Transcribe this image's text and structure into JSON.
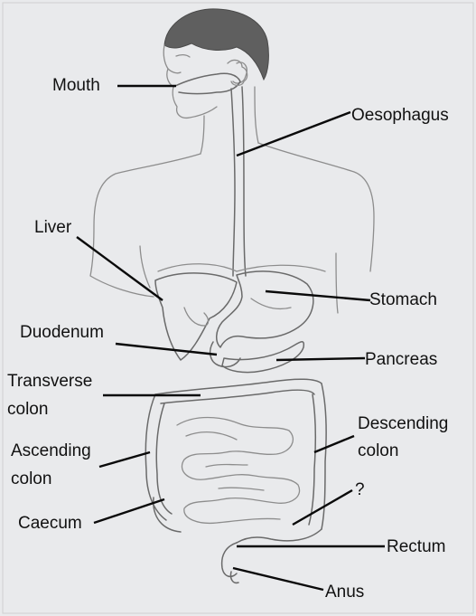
{
  "diagram": {
    "labels": {
      "mouth": "Mouth",
      "oesophagus": "Oesophagus",
      "liver": "Liver",
      "stomach": "Stomach",
      "duodenum": "Duodenum",
      "pancreas": "Pancreas",
      "transverse_colon_1": "Transverse",
      "transverse_colon_2": "colon",
      "descending_colon_1": "Descending",
      "descending_colon_2": "colon",
      "ascending_colon_1": "Ascending",
      "ascending_colon_2": "colon",
      "question_mark": "?",
      "caecum": "Caecum",
      "rectum": "Rectum",
      "anus": "Anus"
    }
  }
}
